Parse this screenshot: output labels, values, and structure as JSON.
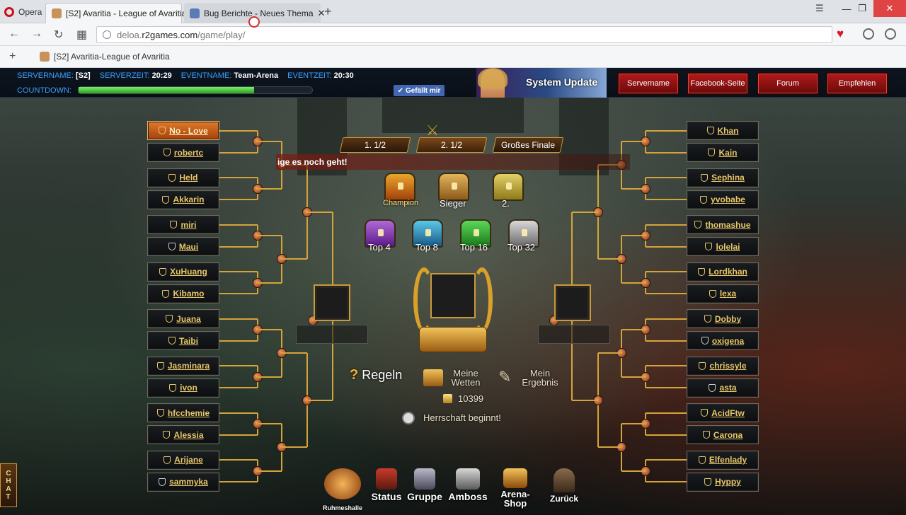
{
  "browser": {
    "menu_label": "Opera",
    "tabs": [
      {
        "title": "[S2] Avaritia - League of Avaritia",
        "active": true
      },
      {
        "title": "Bug Berichte - Neues Thema",
        "active": false
      }
    ],
    "url_host": "deloa.",
    "url_domain": "r2games.com",
    "url_path": "/game/play/",
    "bookmark": "[S2] Avaritia-League of Avaritia"
  },
  "header": {
    "servername_label": "SERVERNAME:",
    "servername_value": "[S2]",
    "serverzeit_label": "SERVERZEIT:",
    "serverzeit_value": "20:29",
    "eventname_label": "EVENTNAME:",
    "eventname_value": "Team-Arena",
    "eventzeit_label": "EVENTZEIT:",
    "eventzeit_value": "20:30",
    "countdown_label": "COUNTDOWN:",
    "countdown_progress": 0.75,
    "like_label": "Gefällt mir",
    "banner_text": "System Update",
    "buttons": [
      "Servername",
      "Facebook-Seite",
      "Forum",
      "Empfehlen"
    ]
  },
  "arena": {
    "rounds": [
      "1. 1/2",
      "2. 1/2",
      "Großes Finale"
    ],
    "active_round": 1,
    "marquee": "ige es noch geht!",
    "rewards_top": [
      "Champion",
      "Sieger",
      "2."
    ],
    "rewards_bottom": [
      "Top 4",
      "Top 8",
      "Top 16",
      "Top 32"
    ],
    "actions": {
      "rules": "Regeln",
      "my_bets": "Meine Wetten",
      "my_result": "Mein Ergebnis",
      "balance": "10399",
      "status": "Herrschaft beginnt!"
    },
    "left_players": [
      "No - Love",
      "robertc",
      "Held",
      "Akkarin",
      "miri",
      "Maui",
      "XuHuang",
      "Kibamo",
      "Juana",
      "Taibi",
      "Jasminara",
      "ivon",
      "hfcchemie",
      "Alessia",
      "Arijane",
      "sammyka"
    ],
    "right_players": [
      "Khan",
      "Kain",
      "Sephina",
      "yvobabe",
      "thomashue",
      "lolelai",
      "Lordkhan",
      "lexa",
      "Dobby",
      "oxigena",
      "chrissyle",
      "asta",
      "AcidFtw",
      "Carona",
      "Elfenlady",
      "Hyppy"
    ],
    "nav": [
      "Ruhmeshalle",
      "Status",
      "Gruppe",
      "Amboss",
      "Arena-Shop",
      "Zurück"
    ],
    "chat_label": "CHAT"
  }
}
